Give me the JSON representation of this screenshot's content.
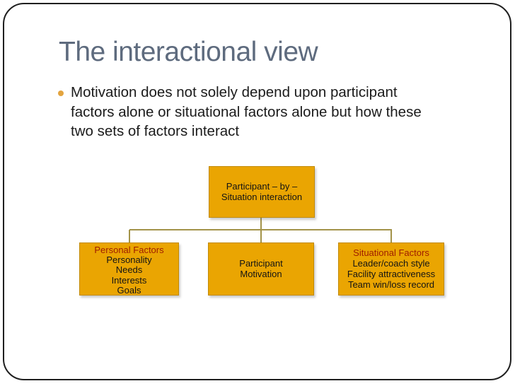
{
  "slide": {
    "title": "The interactional view",
    "bullet_lines": [
      "Motivation does not solely depend upon participant",
      "factors alone or situational factors alone but how these",
      "two sets of factors interact"
    ]
  },
  "diagram": {
    "top_box": {
      "line1": "Participant – by –",
      "line2": "Situation interaction"
    },
    "personal_box": {
      "heading": "Personal Factors",
      "items": [
        "Personality",
        "Needs",
        "Interests",
        "Goals"
      ]
    },
    "motivation_box": {
      "line1": "Participant",
      "line2": "Motivation"
    },
    "situational_box": {
      "heading": "Situational Factors",
      "items": [
        "Leader/coach style",
        "Facility attractiveness",
        "Team win/loss record"
      ]
    }
  },
  "colors": {
    "box_fill": "#EAA502",
    "box_border": "#C18A06",
    "connector": "#A39349",
    "title_text": "#5E6B7E",
    "heading_red": "#9E1C00",
    "bullet_dot": "#E3A43F",
    "body_text": "#1B1B1B"
  }
}
